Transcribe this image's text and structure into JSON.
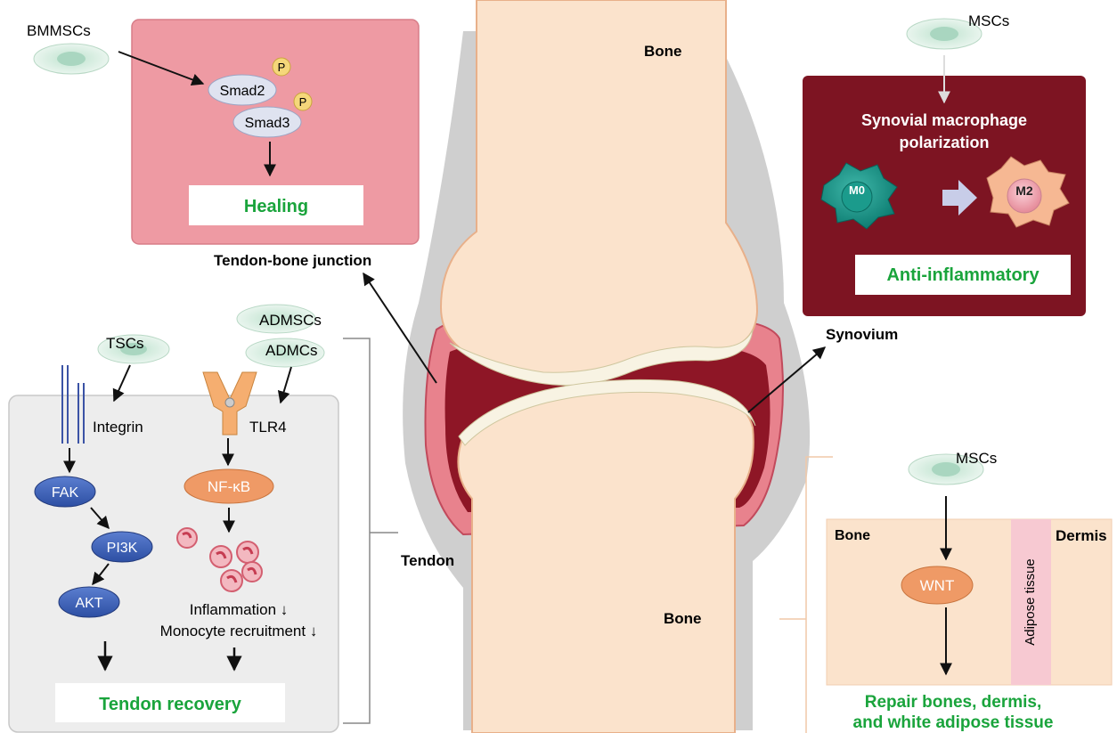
{
  "labels": {
    "bmmscs": "BMMSCs",
    "smad2": "Smad2",
    "smad3": "Smad3",
    "p": "P",
    "healing": "Healing",
    "tendon_bone_junction": "Tendon-bone junction",
    "bone_top": "Bone",
    "bone_bottom": "Bone",
    "mscs_top": "MSCs",
    "synovial_line1": "Synovial macrophage",
    "synovial_line2": "polarization",
    "m0": "M0",
    "m2": "M2",
    "anti_inflammatory": "Anti-inflammatory",
    "synovium": "Synovium",
    "admscs": "ADMSCs",
    "admcs": "ADMCs",
    "tscs": "TSCs",
    "integrin": "Integrin",
    "tlr4": "TLR4",
    "fak": "FAK",
    "pi3k": "PI3K",
    "akt": "AKT",
    "nfkb": "NF-κB",
    "inflammation": "Inflammation ↓",
    "monocyte": "Monocyte recruitment ↓",
    "tendon_recovery": "Tendon recovery",
    "tendon": "Tendon",
    "mscs_bottom": "MSCs",
    "bone_inset": "Bone",
    "dermis": "Dermis",
    "wnt": "WNT",
    "adipose": "Adipose tissue",
    "repair_line1": "Repair bones, dermis,",
    "repair_line2": "and white adipose tissue"
  },
  "colors": {
    "green_text": "#1aa43c",
    "healing_panel": "#ee9aa3",
    "synovial_panel": "#7d1422",
    "bone_fill": "#fbe3cc",
    "cartilage": "#8e1626",
    "synovium_pink": "#e8828d",
    "capsule_gray": "#cfcfcf",
    "protein_blue": "#3558b0",
    "protein_orange": "#ef9a66",
    "cell_green": "#d6ede0"
  }
}
